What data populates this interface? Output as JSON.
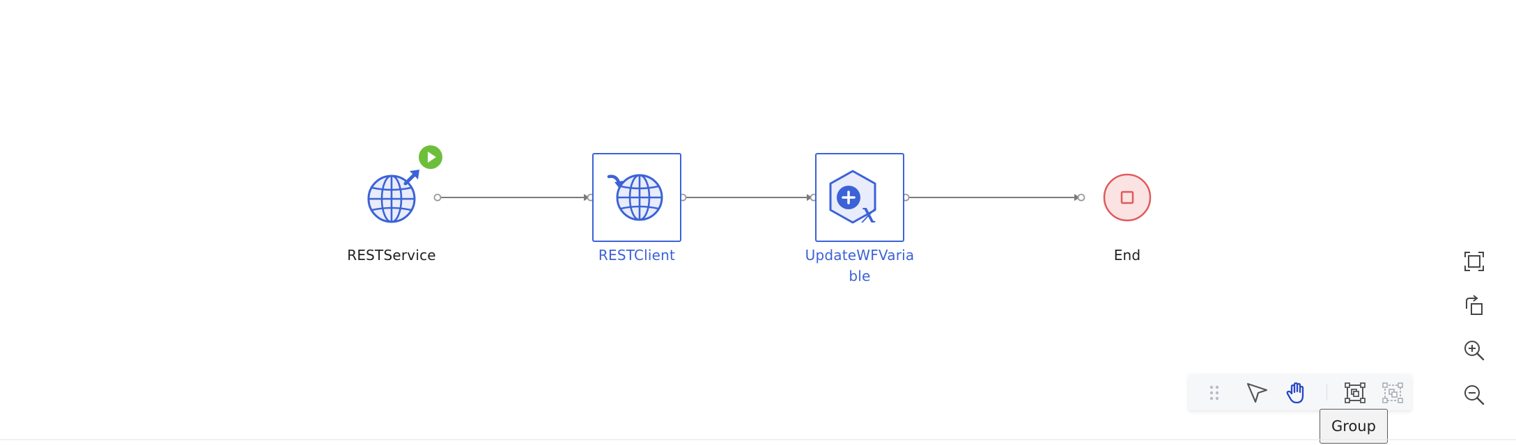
{
  "flow": {
    "nodes": [
      {
        "label": "RESTService",
        "type": "rest-service-trigger"
      },
      {
        "label": "RESTClient",
        "type": "rest-client"
      },
      {
        "label": "UpdateWFVariable",
        "type": "update-variable"
      },
      {
        "label": "End",
        "type": "end"
      }
    ]
  },
  "toolbar": {
    "tooltip": "Group",
    "tools": [
      "drag-handle-icon",
      "pointer-icon",
      "hand-icon",
      "group-icon",
      "ungroup-icon"
    ],
    "active_tool": "hand-icon"
  },
  "side_controls": [
    "fit-screen-icon",
    "rotate-icon",
    "zoom-in-icon",
    "zoom-out-icon"
  ],
  "colors": {
    "accent": "#3b62d6",
    "start_badge": "#6dbf3b",
    "end": "#e05a5a",
    "end_fill": "#fbe3e3",
    "edge": "#7a7a7a"
  }
}
